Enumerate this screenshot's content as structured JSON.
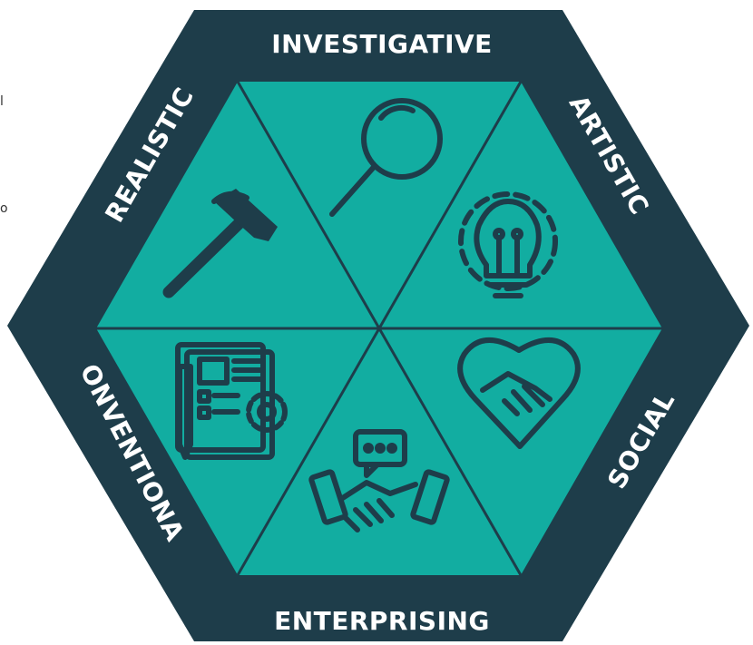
{
  "colors": {
    "outer": "#1e3d4a",
    "inner": "#12ada1",
    "label": "#ffffff",
    "icon": "#1e3d4a"
  },
  "segments": [
    {
      "label": "INVESTIGATIVE",
      "icon": "magnifier-icon"
    },
    {
      "label": "ARTISTIC",
      "icon": "lightbulb-gear-icon"
    },
    {
      "label": "SOCIAL",
      "icon": "heart-handshake-icon"
    },
    {
      "label": "ENTERPRISING",
      "icon": "handshake-speech-icon"
    },
    {
      "label": "CONVENTIONAL",
      "icon": "document-gear-icon"
    },
    {
      "label": "REALISTIC",
      "icon": "hammer-icon"
    }
  ],
  "edge_fragments": [
    "l",
    "o"
  ]
}
